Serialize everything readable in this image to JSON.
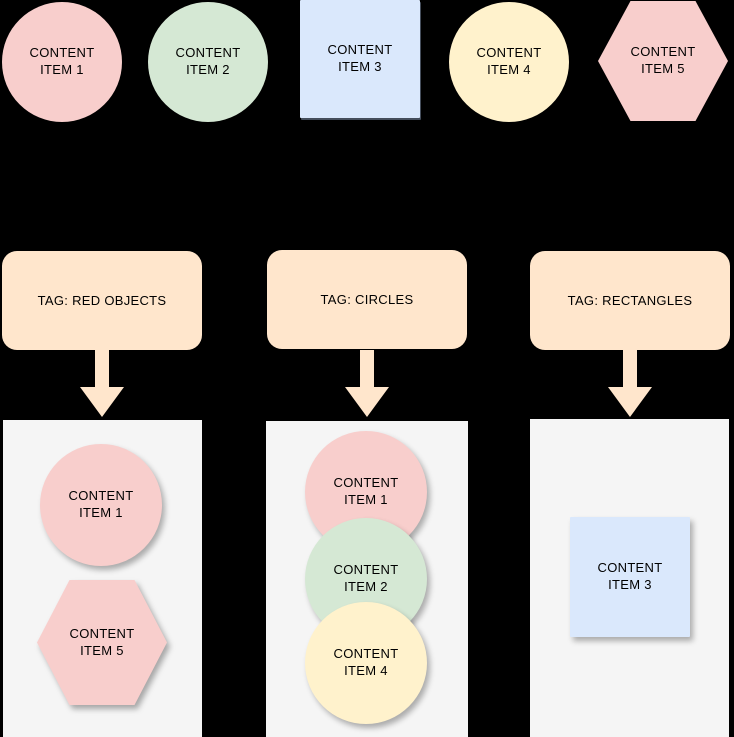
{
  "colors": {
    "background": "#000000",
    "pink_fill": "#f8cecc",
    "green_fill": "#d5e8d4",
    "blue_fill": "#dae8fc",
    "yellow_fill": "#fff2cc",
    "tag_fill": "#ffe6cc",
    "container_fill": "#f5f5f5",
    "text": "#000000"
  },
  "top_row": [
    {
      "id": "content-item-1",
      "shape": "circle",
      "fill": "#f8cecc",
      "line1": "CONTENT",
      "line2": "ITEM 1"
    },
    {
      "id": "content-item-2",
      "shape": "circle",
      "fill": "#d5e8d4",
      "line1": "CONTENT",
      "line2": "ITEM 2"
    },
    {
      "id": "content-item-3",
      "shape": "square",
      "fill": "#dae8fc",
      "line1": "CONTENT",
      "line2": "ITEM 3"
    },
    {
      "id": "content-item-4",
      "shape": "circle",
      "fill": "#fff2cc",
      "line1": "CONTENT",
      "line2": "ITEM 4"
    },
    {
      "id": "content-item-5",
      "shape": "hexagon",
      "fill": "#f8cecc",
      "line1": "CONTENT",
      "line2": "ITEM 5"
    }
  ],
  "tags": [
    {
      "label": "TAG: RED OBJECTS"
    },
    {
      "label": "TAG: CIRCLES"
    },
    {
      "label": "TAG: RECTANGLES"
    }
  ],
  "groups": [
    {
      "tag_label": "TAG: RED OBJECTS",
      "members": [
        {
          "shape": "circle",
          "fill": "#f8cecc",
          "line1": "CONTENT",
          "line2": "ITEM 1"
        },
        {
          "shape": "hexagon",
          "fill": "#f8cecc",
          "line1": "CONTENT",
          "line2": "ITEM 5"
        }
      ]
    },
    {
      "tag_label": "TAG: CIRCLES",
      "members": [
        {
          "shape": "circle",
          "fill": "#f8cecc",
          "line1": "CONTENT",
          "line2": "ITEM 1"
        },
        {
          "shape": "circle",
          "fill": "#d5e8d4",
          "line1": "CONTENT",
          "line2": "ITEM 2"
        },
        {
          "shape": "circle",
          "fill": "#fff2cc",
          "line1": "CONTENT",
          "line2": "ITEM 4"
        }
      ]
    },
    {
      "tag_label": "TAG: RECTANGLES",
      "members": [
        {
          "shape": "square",
          "fill": "#dae8fc",
          "line1": "CONTENT",
          "line2": "ITEM 3"
        }
      ]
    }
  ]
}
